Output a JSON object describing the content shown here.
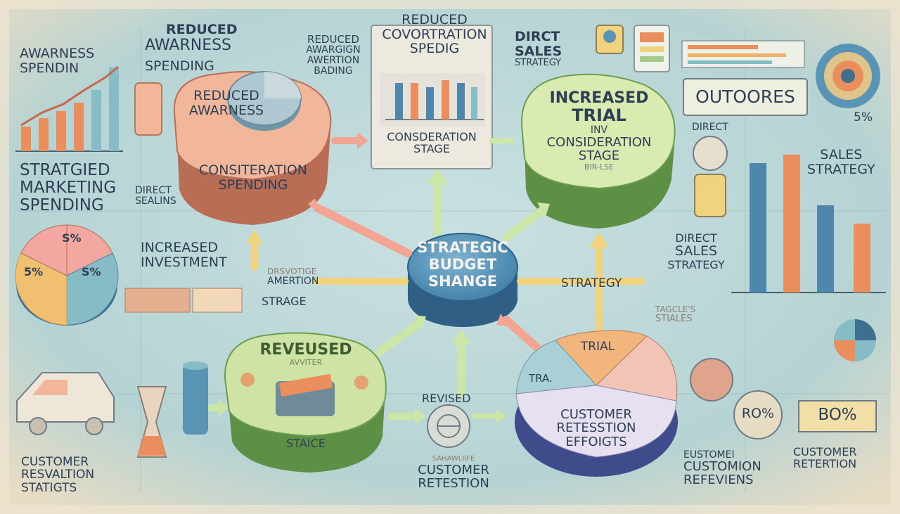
{
  "center": {
    "line1": "STRATEGIC",
    "line2": "BUDGET",
    "line3": "SHANGE"
  },
  "nodes": {
    "awareness": {
      "top1": "REDUCED",
      "top2": "AWARNESS",
      "bottom1": "CONSITERATION",
      "bottom2": "SPENDING"
    },
    "consideration_panel": {
      "title1": "REDUCED",
      "title2": "COVORTRATION",
      "title3": "SPEDIG",
      "caption1": "CONSDERATION",
      "caption2": "STAGE"
    },
    "trial": {
      "line1": "INCREASED",
      "line2": "TRIAL",
      "line3": "INV",
      "line4": "CONSIDERATION",
      "line5": "STAGE",
      "line6": "BIR-LSE"
    },
    "revised": {
      "title": "REVEUSED",
      "sub": "AVVITER",
      "caption": "STAICE"
    },
    "retention": {
      "trial_top": "TRIAL",
      "trial_side": "TRA.",
      "line1": "CUSTOMER",
      "line2": "RETESSTION",
      "line3": "EFFOIGTS"
    }
  },
  "labels": {
    "top_left1": "AWARNESS",
    "top_left2": "SPENDIN",
    "top_mid1": "REDUCED",
    "top_mid2": "AWARNESS",
    "top_mid3": "SPENDING",
    "top_small1": "REDUCED",
    "top_small2": "AWARGIGN",
    "top_small3": "AWERTION",
    "top_small4": "BADING",
    "direct_sales1": "DIRCT",
    "direct_sales2": "SALES",
    "direct_sales3": "STRATEGY",
    "outcomes": "OUTOORES",
    "pct_5": "5%",
    "direct_small": "DIRECT",
    "sales_strategy1": "SALES",
    "sales_strategy2": "STRATEGY",
    "left_strat1": "STRATGIED",
    "left_strat2": "MARKETING",
    "left_strat3": "SPENDING",
    "direct_saling1": "DIRECT",
    "direct_saling2": "SEALINS",
    "increased_inv1": "INCREASED",
    "increased_inv2": "INVESTMENT",
    "mid_small1": "DRSVOTIGE",
    "mid_small2": "AMERTION",
    "strage": "STRAGE",
    "strategy": "STRATEGY",
    "direct_sales_right1": "DIRECT",
    "direct_sales_right2": "SALES",
    "direct_sales_right3": "STRATEGY",
    "small_right1": "TAGCLE'S",
    "small_right2": "STIALES",
    "revised_small": "REVISED",
    "customer_retention_bottom1": "SAHAWLIIFE",
    "customer_retention_bottom2": "CUSTOMER",
    "customer_retention_bottom3": "RETESTION",
    "left_bottom1": "CUSTOMER",
    "left_bottom2": "RESVALTION",
    "left_bottom3": "STATIGTS",
    "ro_pct": "RO%",
    "bo_pct": "BO%",
    "right_bottom1": "CUSTOMER",
    "right_bottom2": "RETERTION",
    "right_bottom3": "EUSTOMEI",
    "right_bottom4": "CUSTOMION",
    "right_bottom5": "REFEVIENS"
  },
  "pie_left": {
    "labels": [
      "S%",
      "5%",
      "S%"
    ]
  },
  "colors": {
    "peach": "#f2b79b",
    "blue": "#5a94b4",
    "green": "#a8c98c",
    "yellow": "#f0d37c",
    "orange": "#e98e5c",
    "teal": "#86bcc6"
  }
}
